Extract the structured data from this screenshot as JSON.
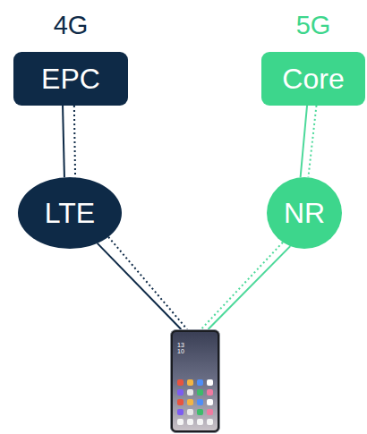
{
  "diagram": {
    "nodes": [
      {
        "text": [
          "4G",
          "EPC"
        ]
      },
      {
        "text": [
          "5G",
          "Core"
        ]
      },
      {
        "text": [
          "LTE"
        ]
      },
      {
        "text": [
          "NR"
        ]
      },
      {
        "text": [
          "13 10"
        ]
      }
    ],
    "edges": [
      {
        "from": 0,
        "to": 2,
        "arrow": "none"
      },
      {
        "from": 0,
        "to": 2,
        "arrow": "none"
      },
      {
        "from": 2,
        "to": 4,
        "arrow": "none"
      },
      {
        "from": 2,
        "to": 4,
        "arrow": "none"
      },
      {
        "from": 1,
        "to": 3,
        "arrow": "none"
      },
      {
        "from": 1,
        "to": 3,
        "arrow": "none"
      },
      {
        "from": 3,
        "to": 4,
        "arrow": "none"
      },
      {
        "from": 3,
        "to": 4,
        "arrow": "none"
      }
    ]
  }
}
